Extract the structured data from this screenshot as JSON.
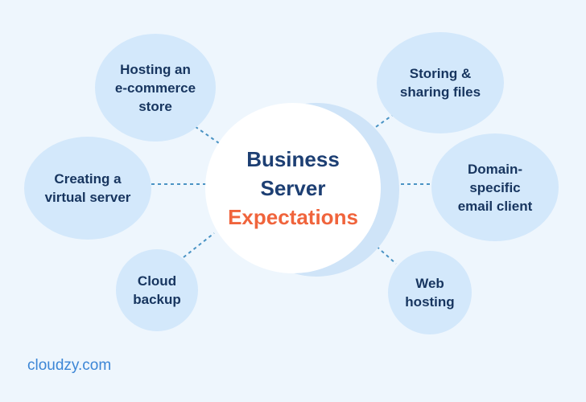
{
  "center": {
    "title": "Business\nServer",
    "highlight": "Expectations"
  },
  "items": [
    {
      "id": "ecommerce",
      "label": "Hosting an\ne-commerce\nstore"
    },
    {
      "id": "virtual-server",
      "label": "Creating a\nvirtual server"
    },
    {
      "id": "cloud-backup",
      "label": "Cloud\nbackup"
    },
    {
      "id": "storing-files",
      "label": "Storing &\nsharing files"
    },
    {
      "id": "email-client",
      "label": "Domain-\nspecific\nemail client"
    },
    {
      "id": "web-hosting",
      "label": "Web\nhosting"
    }
  ],
  "brand": "cloudzy.com",
  "colors": {
    "background": "#eef6fd",
    "bubble": "#d3e8fb",
    "text_dark": "#17355f",
    "accent": "#f0643c",
    "connector": "#4a93c4",
    "brand": "#3c86d6"
  }
}
